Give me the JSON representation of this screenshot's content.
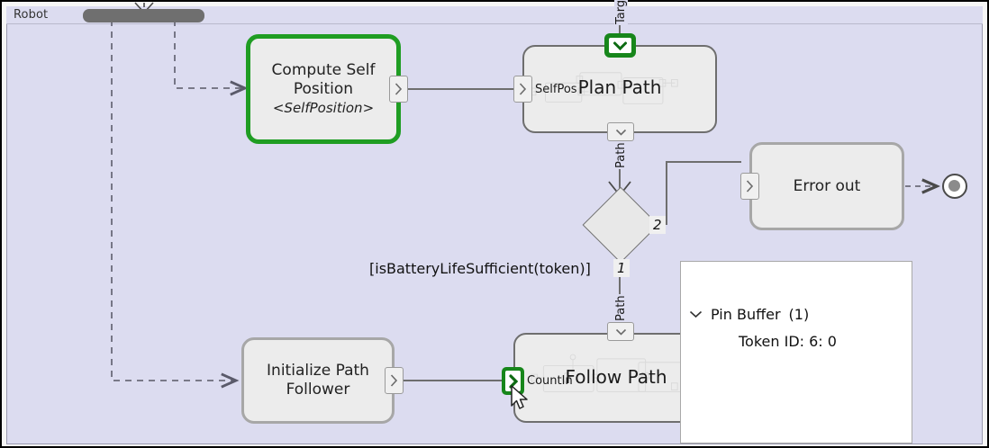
{
  "diagram": {
    "type": "uml-activity-diagram",
    "partition_label": "Robot",
    "background_color": "#dcdcf0",
    "highlight_color": "#1f9d23"
  },
  "nodes": {
    "compute_self_position": {
      "title_line1": "Compute Self",
      "title_line2": "Position",
      "subtitle": "<SelfPosition>",
      "highlighted": true,
      "output_pin_icon": "chevron-right-pin"
    },
    "plan_path": {
      "title": "Plan Path",
      "input_pin_label": "SelfPos",
      "top_pin_icon": "chevron-down-pin-green",
      "bottom_pin_icon": "chevron-down-pin"
    },
    "error_out": {
      "title": "Error out",
      "input_pin_icon": "chevron-right-pin"
    },
    "initialize_path_follower": {
      "title_line1": "Initialize Path",
      "title_line2": "Follower",
      "output_pin_icon": "chevron-right-pin"
    },
    "follow_path": {
      "title": "Follow Path",
      "input_pin_label": "CountIn",
      "input_pin_icon": "chevron-right-pin-green",
      "top_pin_icon": "chevron-down-pin"
    },
    "decision": {
      "name": "decision-node"
    },
    "fork_bar": {
      "name": "fork-node"
    },
    "final_node": {
      "name": "activity-final-node"
    }
  },
  "edges": {
    "target_label": "Target",
    "path_label_upper": "Path",
    "path_label_lower": "Path",
    "guard_expression": "[isBatteryLifeSufficient(token)]",
    "guard_number_1": "1",
    "guard_number_2": "2"
  },
  "buffer_panel": {
    "chevron": "∨",
    "title": "Pin Buffer",
    "count": "(1)",
    "token": "Token ID: 6: 0"
  }
}
